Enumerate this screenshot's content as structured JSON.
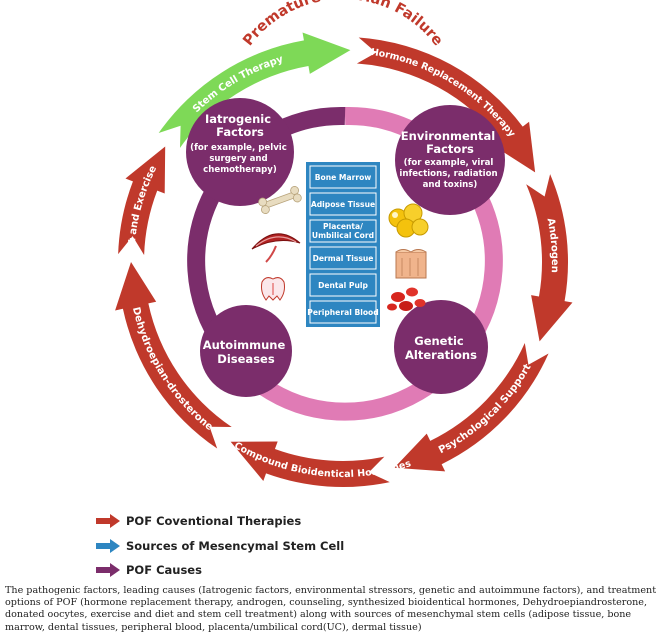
{
  "title": "Premature Ovarian Failure",
  "therapies": {
    "stem_cell": "Stem Cell Therapy",
    "hrt": "Hormone Replacement Therapy",
    "androgen": "Androgen",
    "psych": "Psychological Support",
    "compound": "Compound Bioidentical Hormones",
    "dhea": "Dehydroepian-drosterone",
    "diet": "Diet and Exercise"
  },
  "causes": {
    "iatrogenic": {
      "title": [
        "Iatrogenic",
        "Factors"
      ],
      "sub": [
        "(for example, pelvic",
        "surgery and",
        "chemotherapy)"
      ]
    },
    "environmental": {
      "title": [
        "Environmental",
        "Factors"
      ],
      "sub": [
        "(for example, viral",
        "infections, radiation",
        "and toxins)"
      ]
    },
    "autoimmune": {
      "title": [
        "Autoimmune",
        "Diseases"
      ]
    },
    "genetic": {
      "title": [
        "Genetic",
        "Alterations"
      ]
    }
  },
  "sources": [
    "Bone Marrow",
    "Adipose Tissue",
    "Placenta/|Umbilical Cord",
    "Dermal Tissue",
    "Dental Pulp",
    "Peripheral Blood"
  ],
  "icons": [
    "bone-icon",
    "adipose-cells-icon",
    "placenta-icon",
    "skin-tissue-icon",
    "tooth-icon",
    "blood-cells-icon"
  ],
  "legend": {
    "therapies": "POF Coventional Therapies",
    "sources": "Sources of Mesencymal Stem Cell",
    "causes": "POF Causes"
  },
  "colors": {
    "therapy_red": "#c0392b",
    "stem_cell_green": "#7ed957",
    "source_blue": "#2e86c1",
    "cause_purple": "#7b2d6b",
    "ring_pink": "#e07bb5"
  },
  "caption": "The pathogenic factors, leading causes (Iatrogenic factors, environmental stressors, genetic and autoimmune factors), and treatment options of POF (hormone replacement therapy, androgen, counseling, synthesized bioidentical hormones, Dehydroepiandrosterone, donated oocytes, exercise and diet and stem cell treatment) along with sources of mesenchymal stem cells (adipose tissue, bone marrow, dental tissues, peripheral blood, placenta/umbilical cord(UC), dermal tissue)"
}
